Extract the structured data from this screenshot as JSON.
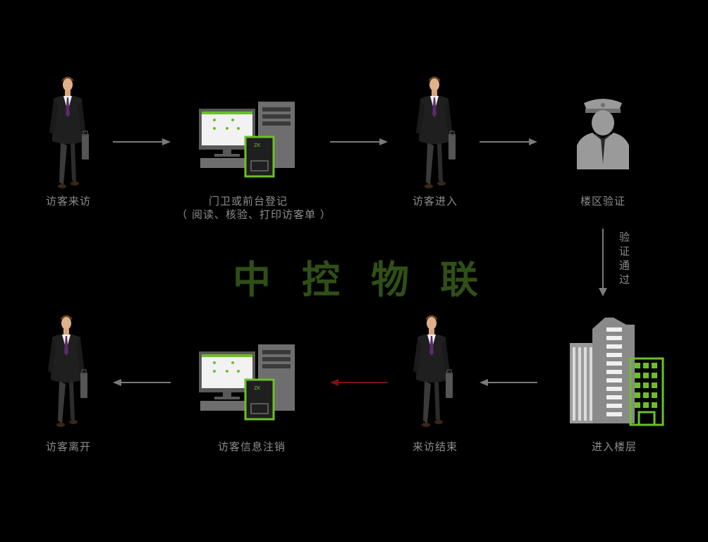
{
  "steps": {
    "visitor_arrive": "访客来访",
    "register_line1": "门卫或前台登记",
    "register_line2": "（ 阅读、核验、打印访客单 ）",
    "visitor_enter": "访客进入",
    "building_verify": "楼区验证",
    "verify_passed": "验证通过",
    "enter_floor": "进入楼层",
    "visit_end": "来访结束",
    "info_cancel": "访客信息注销",
    "visitor_leave": "访客离开"
  },
  "brand": "中控物联",
  "colors": {
    "accent": "#6cbf2a",
    "brand": "#2f4f16",
    "arrow": "#7a7a7a",
    "red_arrow": "#7a1212"
  },
  "icons": [
    "businessman-icon",
    "terminal-icon",
    "guard-icon",
    "building-icon",
    "arrow-right-icon",
    "arrow-left-icon",
    "arrow-down-icon"
  ]
}
